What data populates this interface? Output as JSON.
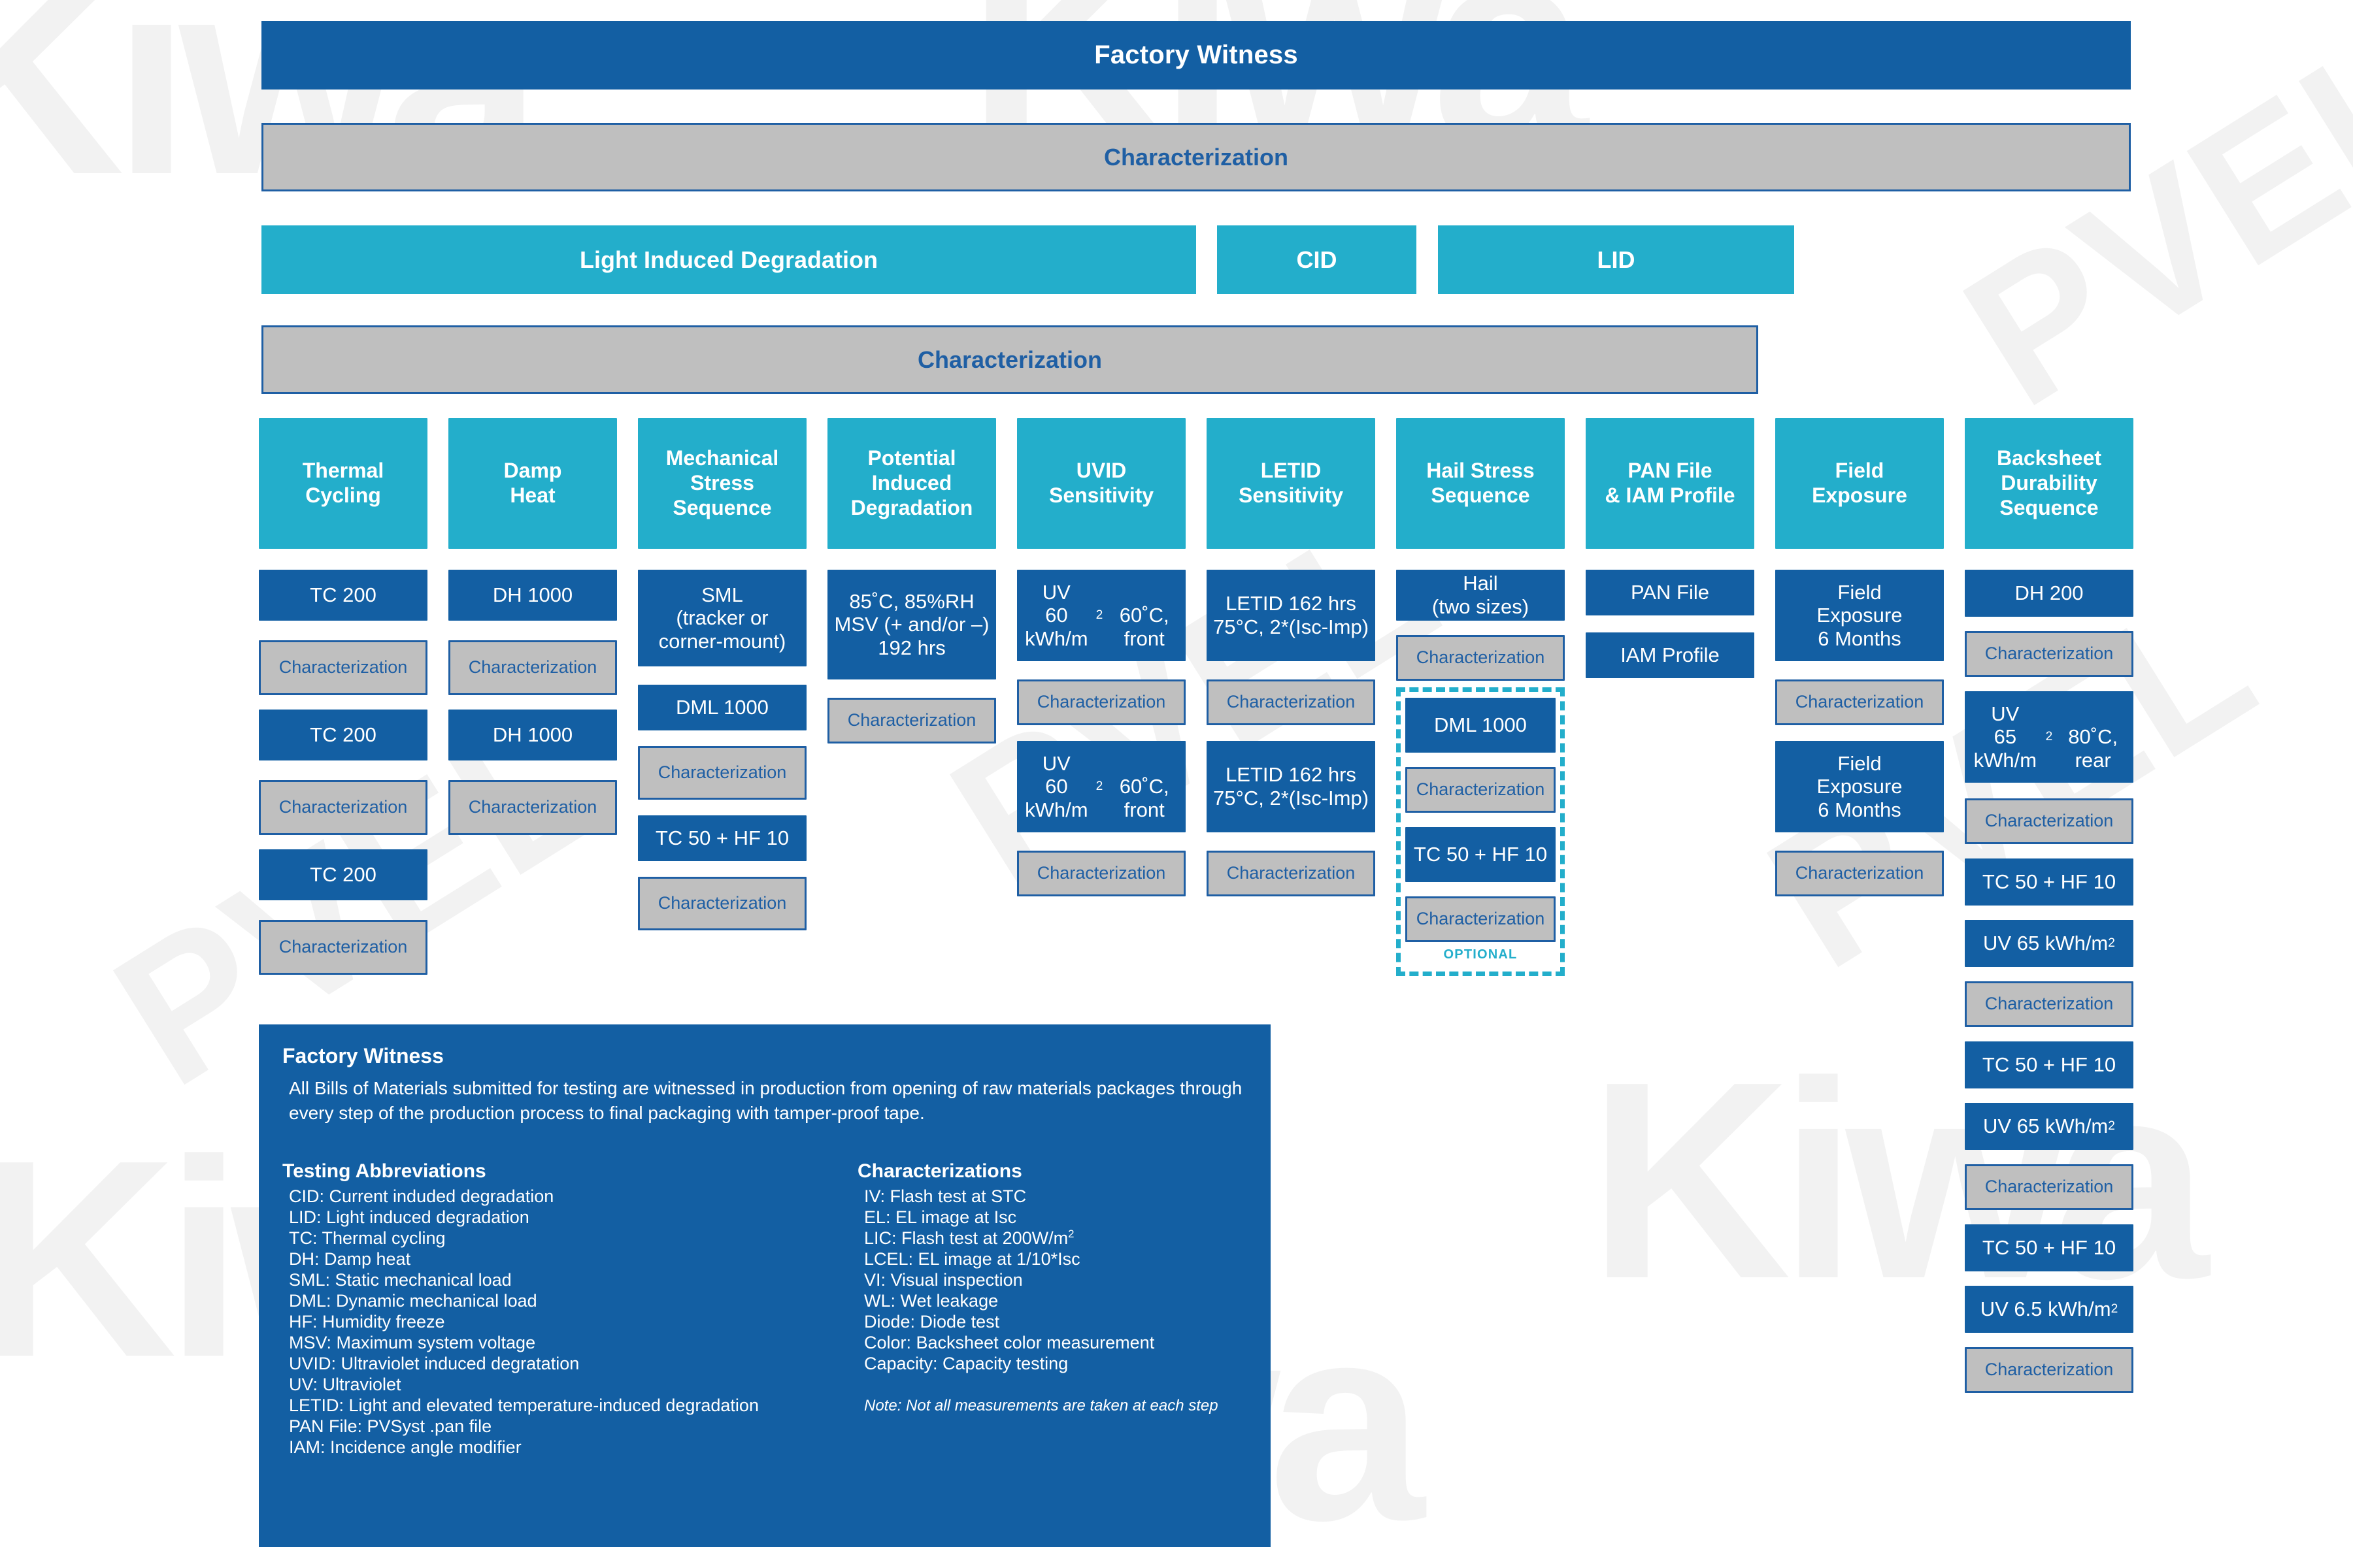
{
  "colors": {
    "navy": "#135FA3",
    "teal": "#23AECB",
    "grey": "#BFBFBF",
    "grey_border": "#1F5FA4",
    "page_background": "#FFFFFF"
  },
  "header": {
    "title": "Factory Witness",
    "characterization_band_1": "Characterization",
    "characterization_band_2": "Characterization"
  },
  "lid_row": {
    "light_induced_degradation": "Light Induced Degradation",
    "cid": "CID",
    "lid": "LID"
  },
  "columns": [
    {
      "id": "thermal-cycling",
      "header": "Thermal\nCycling",
      "cells": [
        {
          "type": "navy",
          "text": "TC 200"
        },
        {
          "type": "grey",
          "text": "Characterization"
        },
        {
          "type": "navy",
          "text": "TC 200"
        },
        {
          "type": "grey",
          "text": "Characterization"
        },
        {
          "type": "navy",
          "text": "TC 200"
        },
        {
          "type": "grey",
          "text": "Characterization"
        }
      ]
    },
    {
      "id": "damp-heat",
      "header": "Damp\nHeat",
      "cells": [
        {
          "type": "navy",
          "text": "DH 1000"
        },
        {
          "type": "grey",
          "text": "Characterization"
        },
        {
          "type": "navy",
          "text": "DH 1000"
        },
        {
          "type": "grey",
          "text": "Characterization"
        }
      ]
    },
    {
      "id": "mechanical-stress-sequence",
      "header": "Mechanical\nStress\nSequence",
      "cells": [
        {
          "type": "navy",
          "text": "SML\n(tracker or\ncorner-mount)"
        },
        {
          "type": "navy",
          "text": "DML 1000"
        },
        {
          "type": "grey",
          "text": "Characterization"
        },
        {
          "type": "navy",
          "text": "TC 50 + HF 10"
        },
        {
          "type": "grey",
          "text": "Characterization"
        }
      ]
    },
    {
      "id": "potential-induced-degradation",
      "header": "Potential\nInduced\nDegradation",
      "cells": [
        {
          "type": "navy",
          "text": "85˚C, 85%RH\nMSV (+ and/or –)\n192 hrs"
        },
        {
          "type": "grey",
          "text": "Characterization"
        }
      ]
    },
    {
      "id": "uvid-sensitivity",
      "header": "UVID\nSensitivity",
      "cells": [
        {
          "type": "navy",
          "text": "UV\n60 kWh/m²\n60˚C, front"
        },
        {
          "type": "grey",
          "text": "Characterization"
        },
        {
          "type": "navy",
          "text": "UV\n60 kWh/m²\n60˚C, front"
        },
        {
          "type": "grey",
          "text": "Characterization"
        }
      ]
    },
    {
      "id": "letid-sensitivity",
      "header": "LETID\nSensitivity",
      "cells": [
        {
          "type": "navy",
          "text": "LETID 162 hrs\n75°C, 2*(Isc-Imp)"
        },
        {
          "type": "grey",
          "text": "Characterization"
        },
        {
          "type": "navy",
          "text": "LETID 162 hrs\n75°C, 2*(Isc-Imp)"
        },
        {
          "type": "grey",
          "text": "Characterization"
        }
      ]
    },
    {
      "id": "hail-stress-sequence",
      "header": "Hail Stress\nSequence",
      "cells": [
        {
          "type": "navy",
          "text": "Hail\n(two sizes)"
        },
        {
          "type": "grey",
          "text": "Characterization"
        },
        {
          "type": "navy",
          "text": "DML 1000",
          "optional": true
        },
        {
          "type": "grey",
          "text": "Characterization",
          "optional": true
        },
        {
          "type": "navy",
          "text": "TC 50 + HF 10",
          "optional": true
        },
        {
          "type": "grey",
          "text": "Characterization",
          "optional": true
        }
      ],
      "optional_label": "OPTIONAL"
    },
    {
      "id": "pan-file-iam-profile",
      "header": "PAN File\n& IAM Profile",
      "cells": [
        {
          "type": "navy",
          "text": "PAN File"
        },
        {
          "type": "navy",
          "text": "IAM Profile"
        }
      ]
    },
    {
      "id": "field-exposure",
      "header": "Field\nExposure",
      "cells": [
        {
          "type": "navy",
          "text": "Field\nExposure\n6 Months"
        },
        {
          "type": "grey",
          "text": "Characterization"
        },
        {
          "type": "navy",
          "text": "Field\nExposure\n6 Months"
        },
        {
          "type": "grey",
          "text": "Characterization"
        }
      ]
    },
    {
      "id": "backsheet-durability-sequence",
      "header": "Backsheet\nDurability\nSequence",
      "cells": [
        {
          "type": "navy",
          "text": "DH 200"
        },
        {
          "type": "grey",
          "text": "Characterization"
        },
        {
          "type": "navy",
          "text": "UV\n65 kWh/m²\n80˚C, rear"
        },
        {
          "type": "grey",
          "text": "Characterization"
        },
        {
          "type": "navy",
          "text": "TC 50 + HF 10"
        },
        {
          "type": "navy",
          "text": "UV 65 kWh/m²"
        },
        {
          "type": "grey",
          "text": "Characterization"
        },
        {
          "type": "navy",
          "text": "TC 50 + HF 10"
        },
        {
          "type": "navy",
          "text": "UV 65 kWh/m²"
        },
        {
          "type": "grey",
          "text": "Characterization"
        },
        {
          "type": "navy",
          "text": "TC 50 + HF 10"
        },
        {
          "type": "navy",
          "text": "UV 6.5 kWh/m²"
        },
        {
          "type": "grey",
          "text": "Characterization"
        }
      ]
    }
  ],
  "legend": {
    "title": "Factory Witness",
    "description": "All Bills of Materials submitted for testing are witnessed in production from opening of raw materials packages through every step of the production process to final packaging with tamper-proof tape.",
    "abbrev_title": "Testing Abbreviations",
    "abbreviations": [
      "CID: Current induded degradation",
      "LID: Light induced degradation",
      "TC: Thermal cycling",
      "DH: Damp heat",
      "SML: Static mechanical load",
      "DML: Dynamic mechanical load",
      "HF: Humidity freeze",
      "MSV: Maximum system voltage",
      "UVID: Ultraviolet induced degratation",
      "UV: Ultraviolet",
      "LETID: Light and elevated temperature-induced degradation",
      "PAN File: PVSyst .pan file",
      "IAM: Incidence angle modifier"
    ],
    "char_title": "Characterizations",
    "characterizations": [
      "IV: Flash test at STC",
      "EL: EL image at Isc",
      "LIC: Flash test at 200W/m²",
      "LCEL: EL image at 1/10*Isc",
      "VI: Visual inspection",
      "WL: Wet leakage",
      "Diode: Diode test",
      "Color: Backsheet color measurement",
      "Capacity: Capacity testing"
    ],
    "note": "Note: Not all measurements are taken at each step"
  },
  "watermark": {
    "text_a": "Kiwa",
    "text_b": "PVEL"
  }
}
